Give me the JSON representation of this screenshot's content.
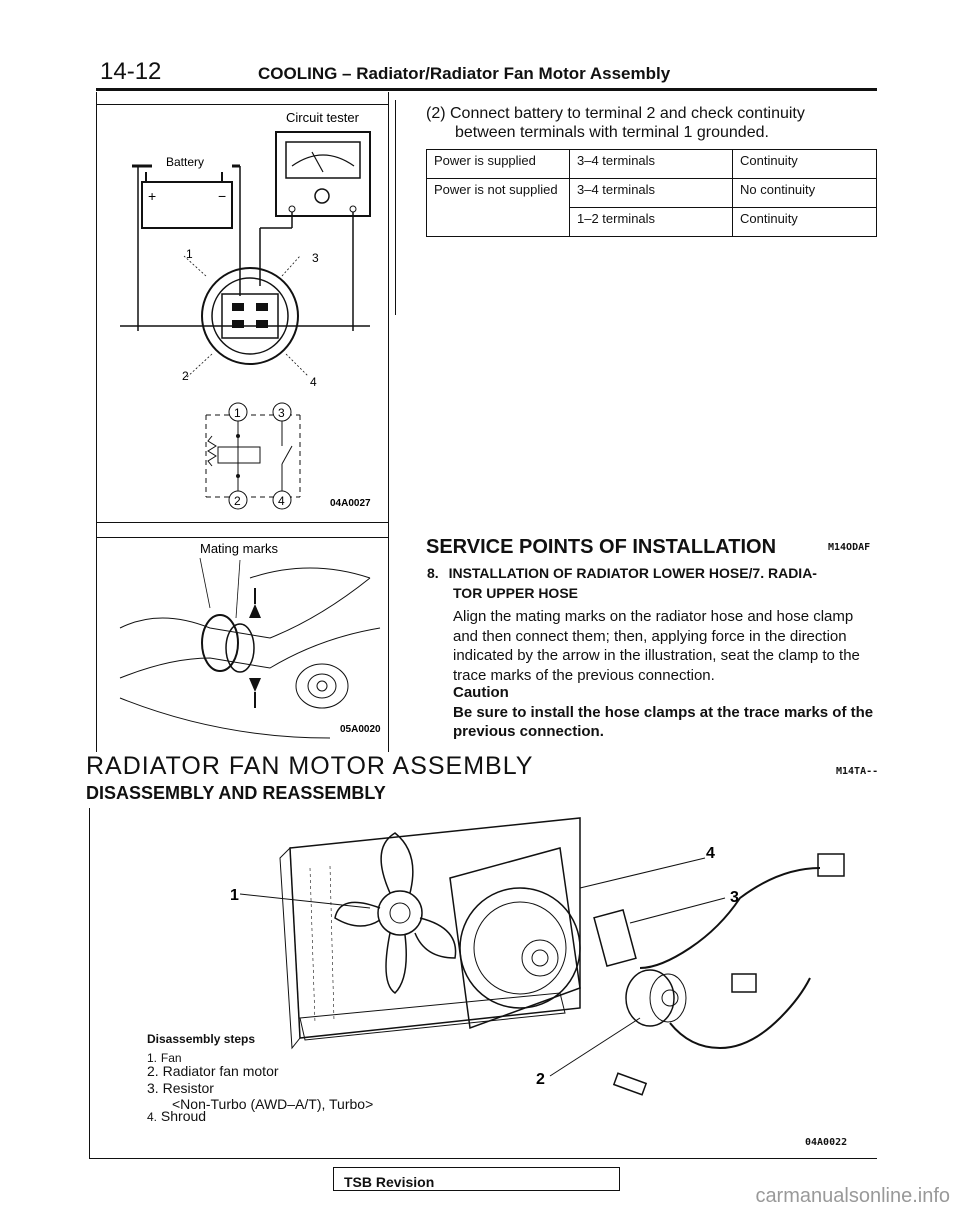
{
  "header": {
    "page_number": "14-12",
    "title": "COOLING – Radiator/Radiator Fan Motor Assembly"
  },
  "figure_tester": {
    "label_tester": "Circuit tester",
    "label_battery": "Battery",
    "terminal_1": "1",
    "terminal_2": "2",
    "terminal_3": "3",
    "terminal_4": "4",
    "code": "04A0027"
  },
  "figure_hose": {
    "label": "Mating marks",
    "code": "05A0020"
  },
  "check": {
    "instruction_line1": "(2) Connect battery to terminal 2 and check continuity",
    "instruction_line2": "between terminals with terminal 1 grounded.",
    "table": [
      [
        "Power is supplied",
        "3–4 terminals",
        "Continuity"
      ],
      [
        "Power is not supplied",
        "3–4 terminals",
        "No continuity"
      ],
      [
        "",
        "1–2 terminals",
        "Continuity"
      ]
    ]
  },
  "service": {
    "title": "SERVICE POINTS OF INSTALLATION",
    "code": "M14ODAF",
    "step_number": "8.",
    "step_title_line1": "INSTALLATION OF RADIATOR LOWER HOSE/7. RADIA-",
    "step_title_line2": "TOR UPPER HOSE",
    "body": "Align the mating marks on the radiator hose and hose clamp and then connect them; then, applying force in the direction indicated by the arrow in the illustration, seat the clamp to the trace marks of the previous connection.",
    "caution_heading": "Caution",
    "caution_text": "Be sure to install the hose clamps at the trace marks of the previous connection."
  },
  "assembly": {
    "title": "RADIATOR FAN MOTOR ASSEMBLY",
    "code": "M14TA--",
    "subtitle": "DISASSEMBLY AND REASSEMBLY",
    "callouts": [
      "1",
      "2",
      "3",
      "4"
    ],
    "steps_heading": "Disassembly steps",
    "steps": [
      {
        "num": "1.",
        "text": "Fan"
      },
      {
        "num": "2.",
        "text": "Radiator fan motor"
      },
      {
        "num": "3.",
        "text": "Resistor"
      },
      {
        "num": "",
        "text": "<Non-Turbo (AWD–A/T), Turbo>"
      },
      {
        "num": "4.",
        "text": "Shroud"
      }
    ],
    "figure_code": "04A0022"
  },
  "footer": {
    "tsb": "TSB Revision",
    "watermark": "carmanualsonline.info"
  }
}
